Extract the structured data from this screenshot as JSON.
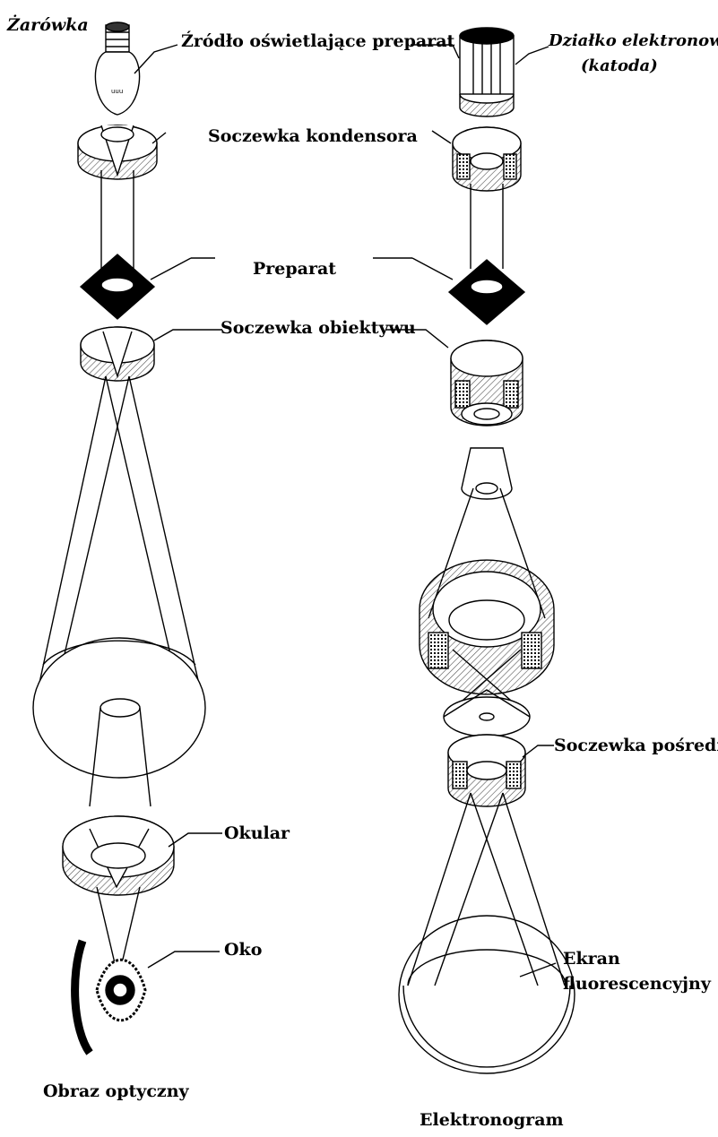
{
  "labels": {
    "zarowka": "Żarówka",
    "zrodlo": "Źródło oświetlające preparat",
    "dzialko": "Działko elektronowe",
    "katoda": "(katoda)",
    "kondensor": "Soczewka kondensora",
    "preparat": "Preparat",
    "obiektyw": "Soczewka obiektywu",
    "posrednia": "Soczewka pośrednia",
    "okular": "Okular",
    "oko": "Oko",
    "ekran_1": "Ekran",
    "ekran_2": "fluorescencyjny",
    "obraz": "Obraz optyczny",
    "elektronogram": "Elektronogram"
  },
  "colors": {
    "ink": "#000000",
    "paper": "#ffffff",
    "hatch": "#555555"
  }
}
